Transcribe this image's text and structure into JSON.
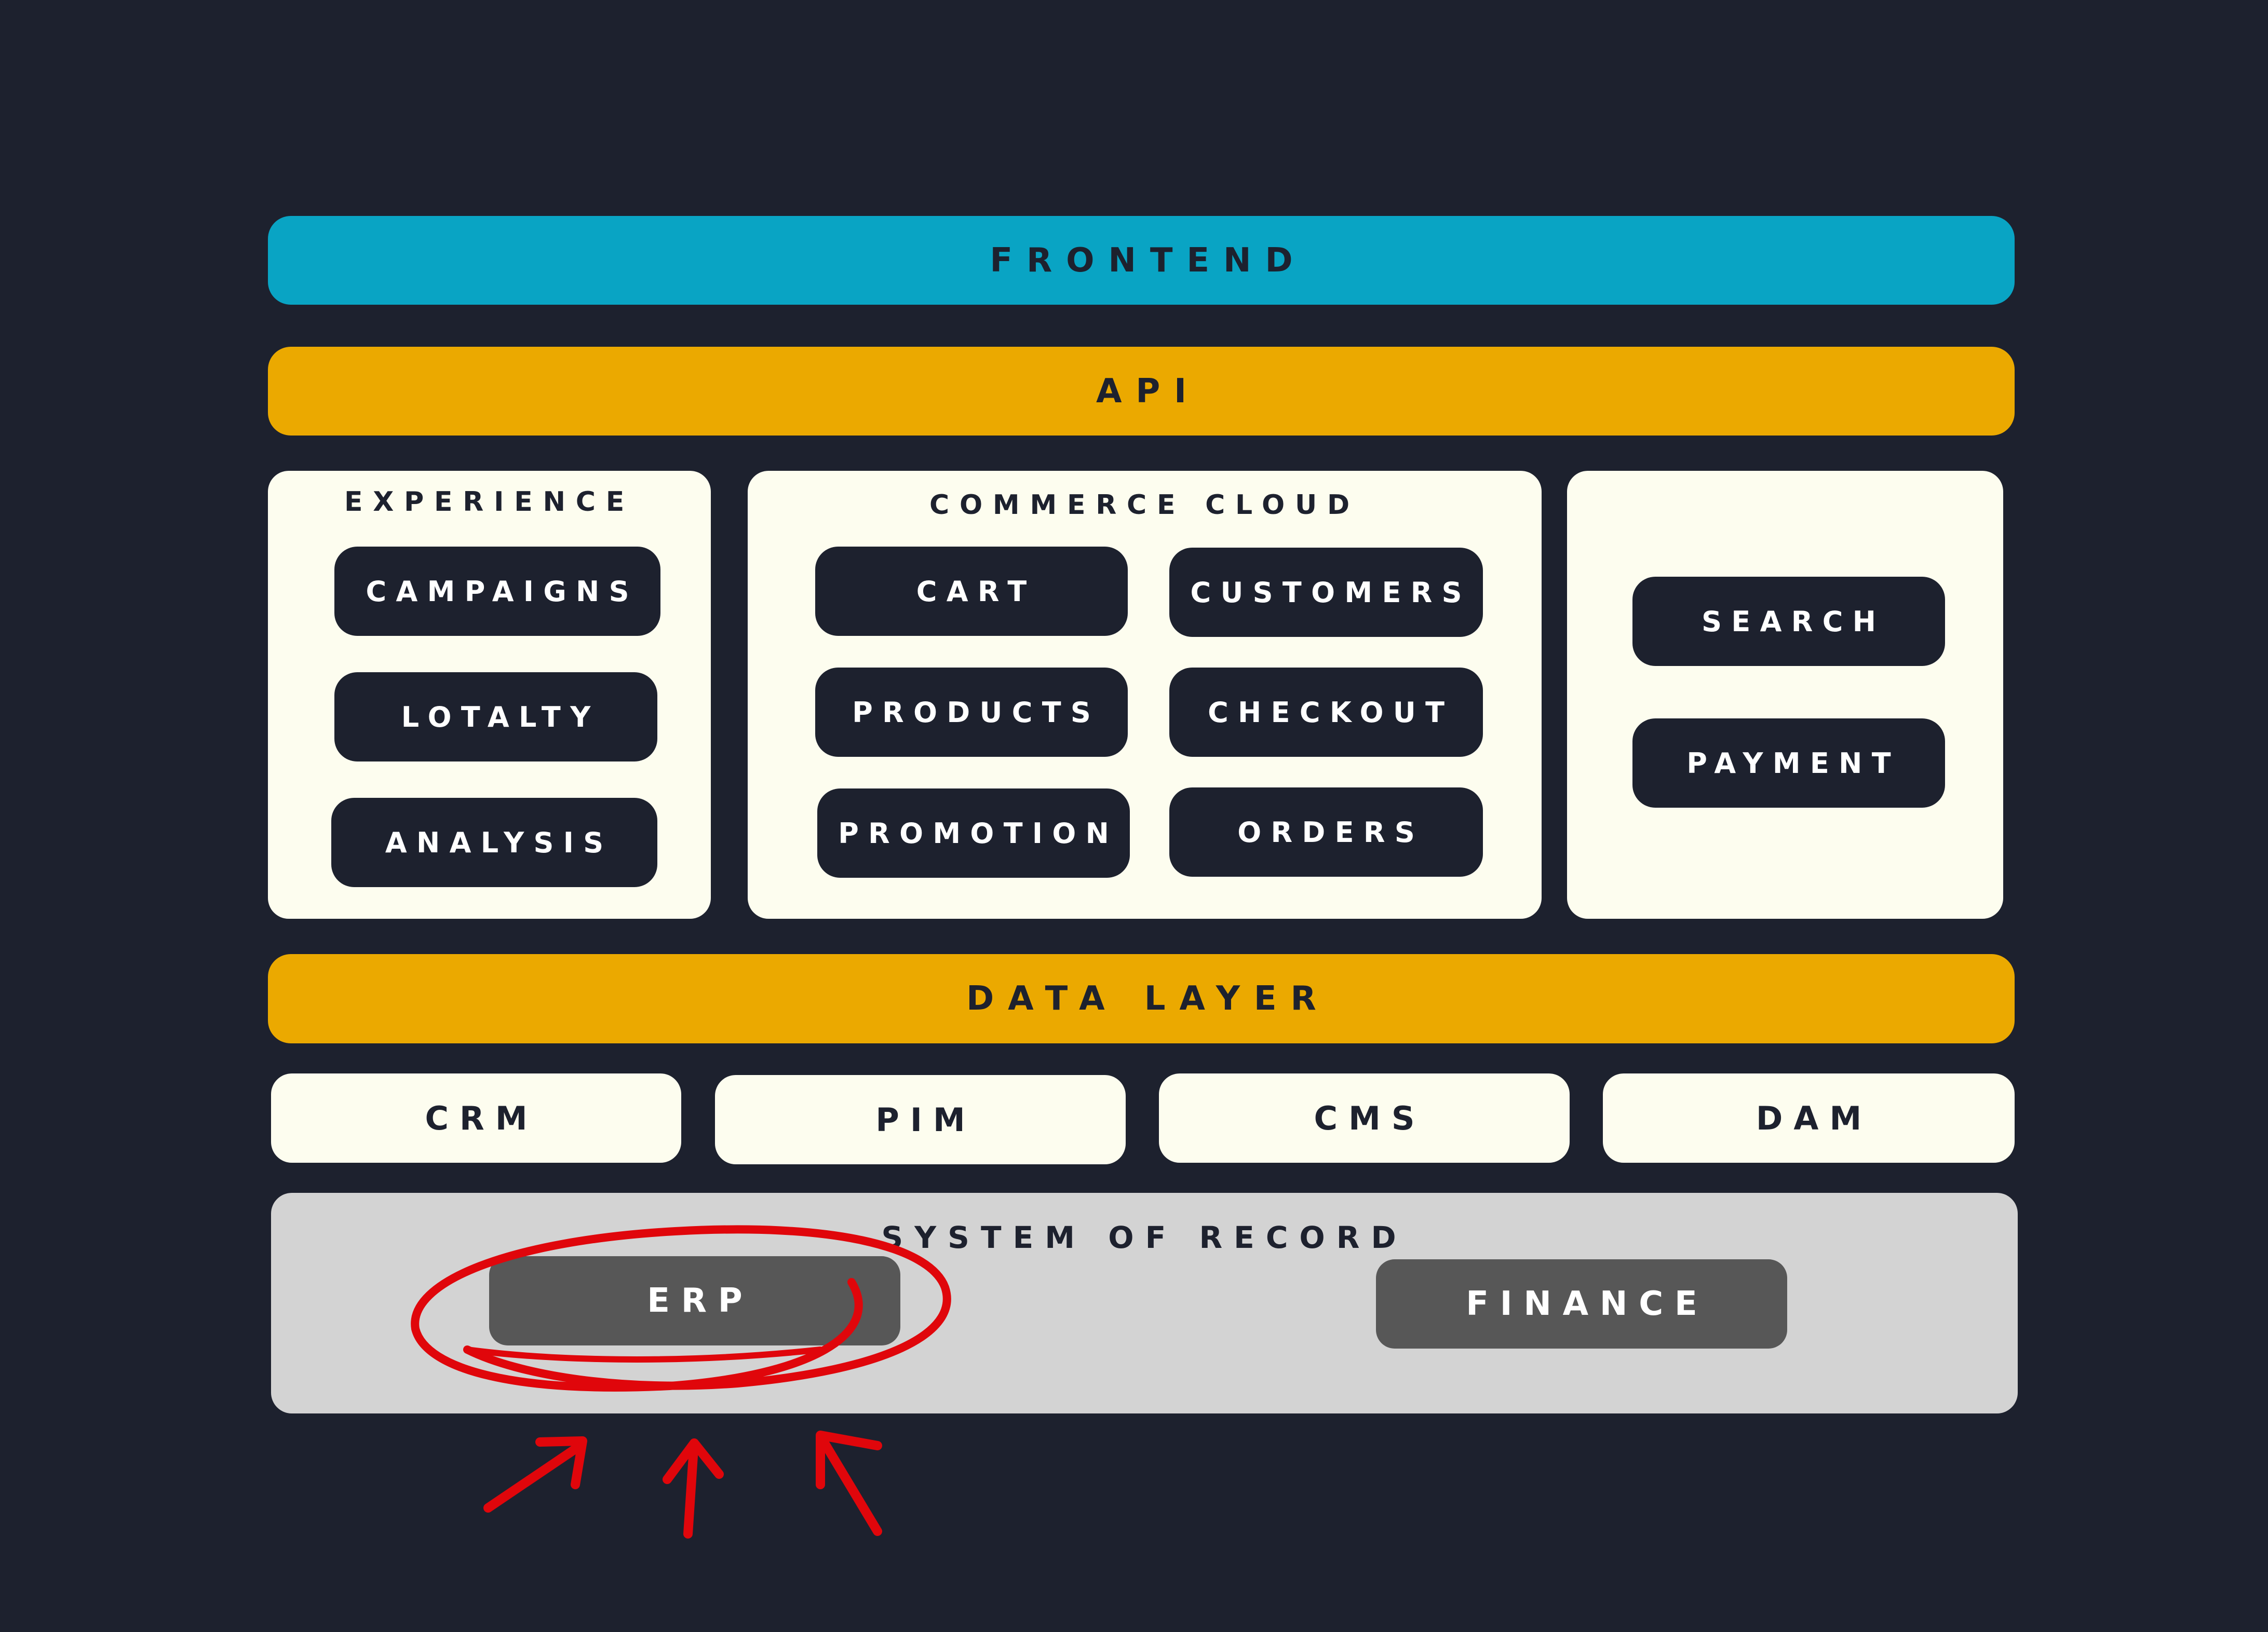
{
  "layers": {
    "frontend": "FRONTEND",
    "api": "API",
    "data_layer": "DATA LAYER"
  },
  "experience": {
    "title": "EXPERIENCE",
    "items": [
      "CAMPAIGNS",
      "LOTALTY",
      "ANALYSIS"
    ]
  },
  "commerce_cloud": {
    "title": "COMMERCE CLOUD",
    "items": [
      "CART",
      "CUSTOMERS",
      "PRODUCTS",
      "CHECKOUT",
      "PROMOTION",
      "ORDERS"
    ]
  },
  "services": {
    "items": [
      "SEARCH",
      "PAYMENT"
    ]
  },
  "data_sources": [
    "CRM",
    "PIM",
    "CMS",
    "DAM"
  ],
  "system_of_record": {
    "title": "SYSTEM OF RECORD",
    "items": [
      "ERP",
      "FINANCE"
    ]
  },
  "colors": {
    "background": "#1d212e",
    "frontend": "#09a4c4",
    "api": "#eba900",
    "data_layer": "#eba900",
    "card": "#fdfdef",
    "pill": "#1d212e",
    "system_of_record": "#d3d3d3",
    "record_pill": "#575757",
    "annotation": "#e0060b"
  },
  "annotation": {
    "highlight": "ERP",
    "marks": [
      "circle",
      "arrow",
      "arrow",
      "arrow"
    ]
  }
}
